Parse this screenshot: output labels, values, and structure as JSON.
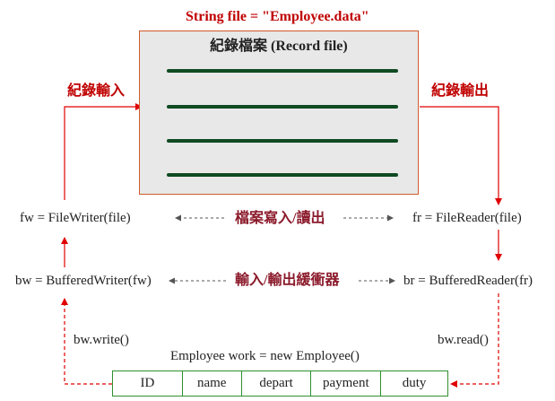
{
  "string_file_label": "String file = \"Employee.data\"",
  "record_file_title": "紀錄檔案 (Record file)",
  "record_input_label": "紀錄輸入",
  "record_output_label": "紀錄輸出",
  "file_writer": "fw = FileWriter(file)",
  "file_reader": "fr = FileReader(file)",
  "file_rw_label": "檔案寫入/讀出",
  "buffered_writer": "bw = BufferedWriter(fw)",
  "buffered_reader": "br = BufferedReader(fr)",
  "buffer_label": "輸入/輸出緩衝器",
  "write_call": "bw.write()",
  "read_call": "bw.read()",
  "employee_decl": "Employee work = new Employee()",
  "fields": [
    "ID",
    "name",
    "depart",
    "payment",
    "duty"
  ],
  "colors": {
    "accent_red": "#c00000",
    "record_line": "#0f4a22",
    "field_border": "#2f8f2f",
    "box_border": "#d05a2a"
  }
}
